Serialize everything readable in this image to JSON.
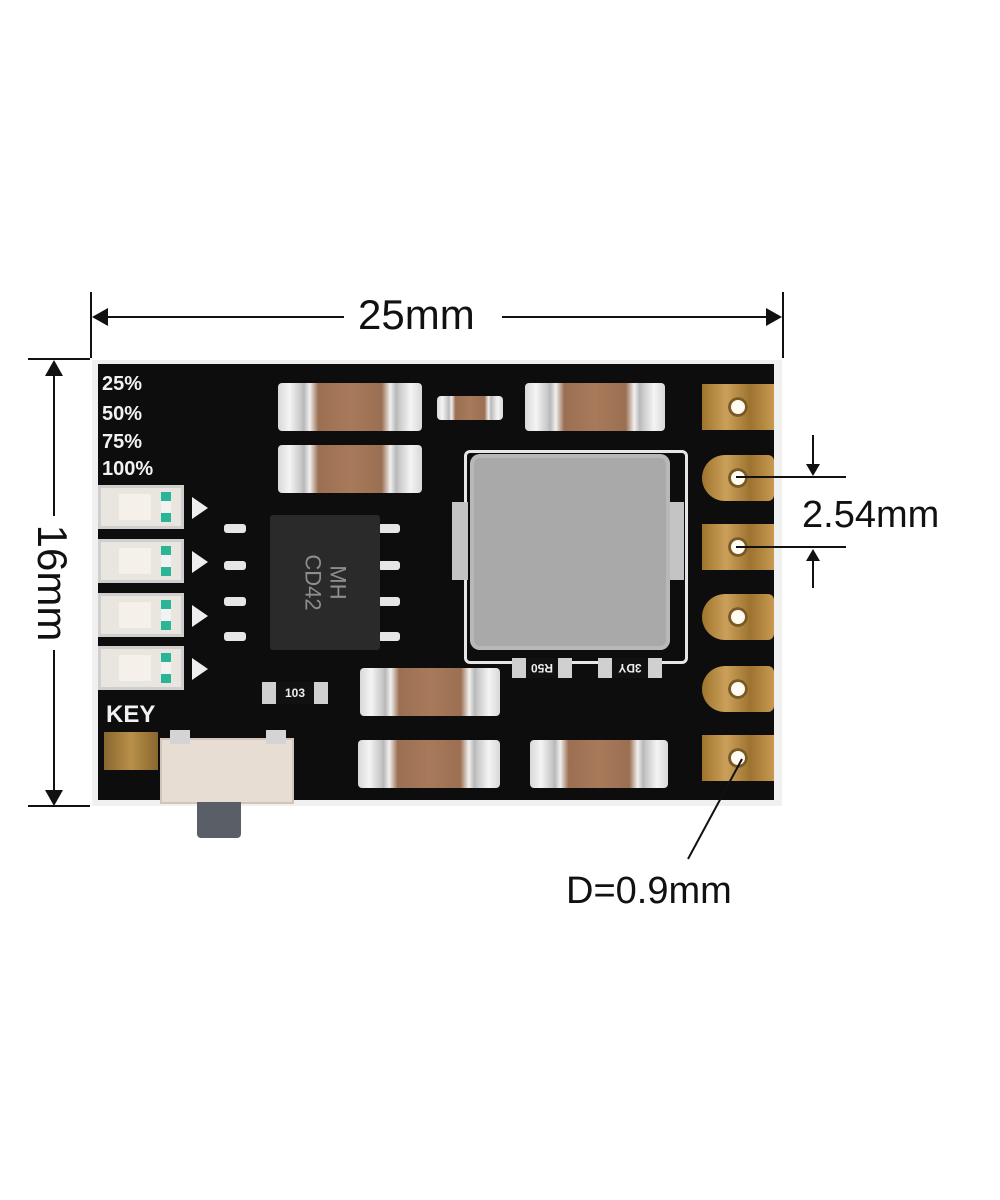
{
  "dimensions": {
    "width_label": "25mm",
    "height_label": "16mm",
    "pitch_label": "2.54mm",
    "hole_label": "D=0.9mm"
  },
  "board": {
    "silkscreen": {
      "levels": [
        "25%",
        "50%",
        "75%",
        "100%"
      ],
      "key_label": "KEY"
    },
    "chip": {
      "line1": "MH",
      "line2": "CD42"
    },
    "resistors": [
      "103",
      "R50",
      "3DY"
    ],
    "led_count": 4,
    "pad_count": 6,
    "colors": {
      "pcb": "#0d0d0d",
      "gold_pad": "#c49a50",
      "capacitor_body": "#a87a5b",
      "led_marker": "#2bb597",
      "inductor": "#a9a9a9"
    }
  }
}
